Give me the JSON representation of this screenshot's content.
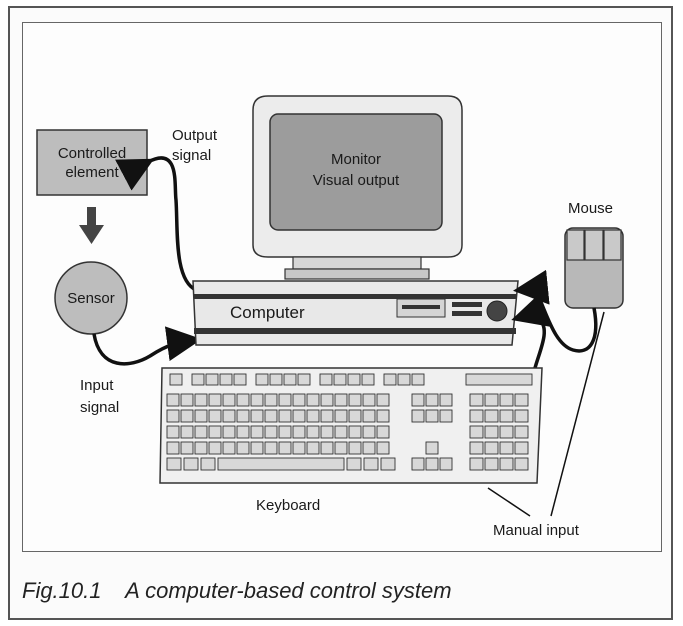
{
  "figure": {
    "caption": "Fig.10.1    A computer-based control system"
  },
  "labels": {
    "controlled_element_line1": "Controlled",
    "controlled_element_line2": "element",
    "sensor": "Sensor",
    "output_signal_line1": "Output",
    "output_signal_line2": "signal",
    "input_signal_line1": "Input",
    "input_signal_line2": "signal",
    "monitor_line1": "Monitor",
    "monitor_line2": "Visual output",
    "computer": "Computer",
    "mouse": "Mouse",
    "keyboard": "Keyboard",
    "manual_input": "Manual input"
  }
}
